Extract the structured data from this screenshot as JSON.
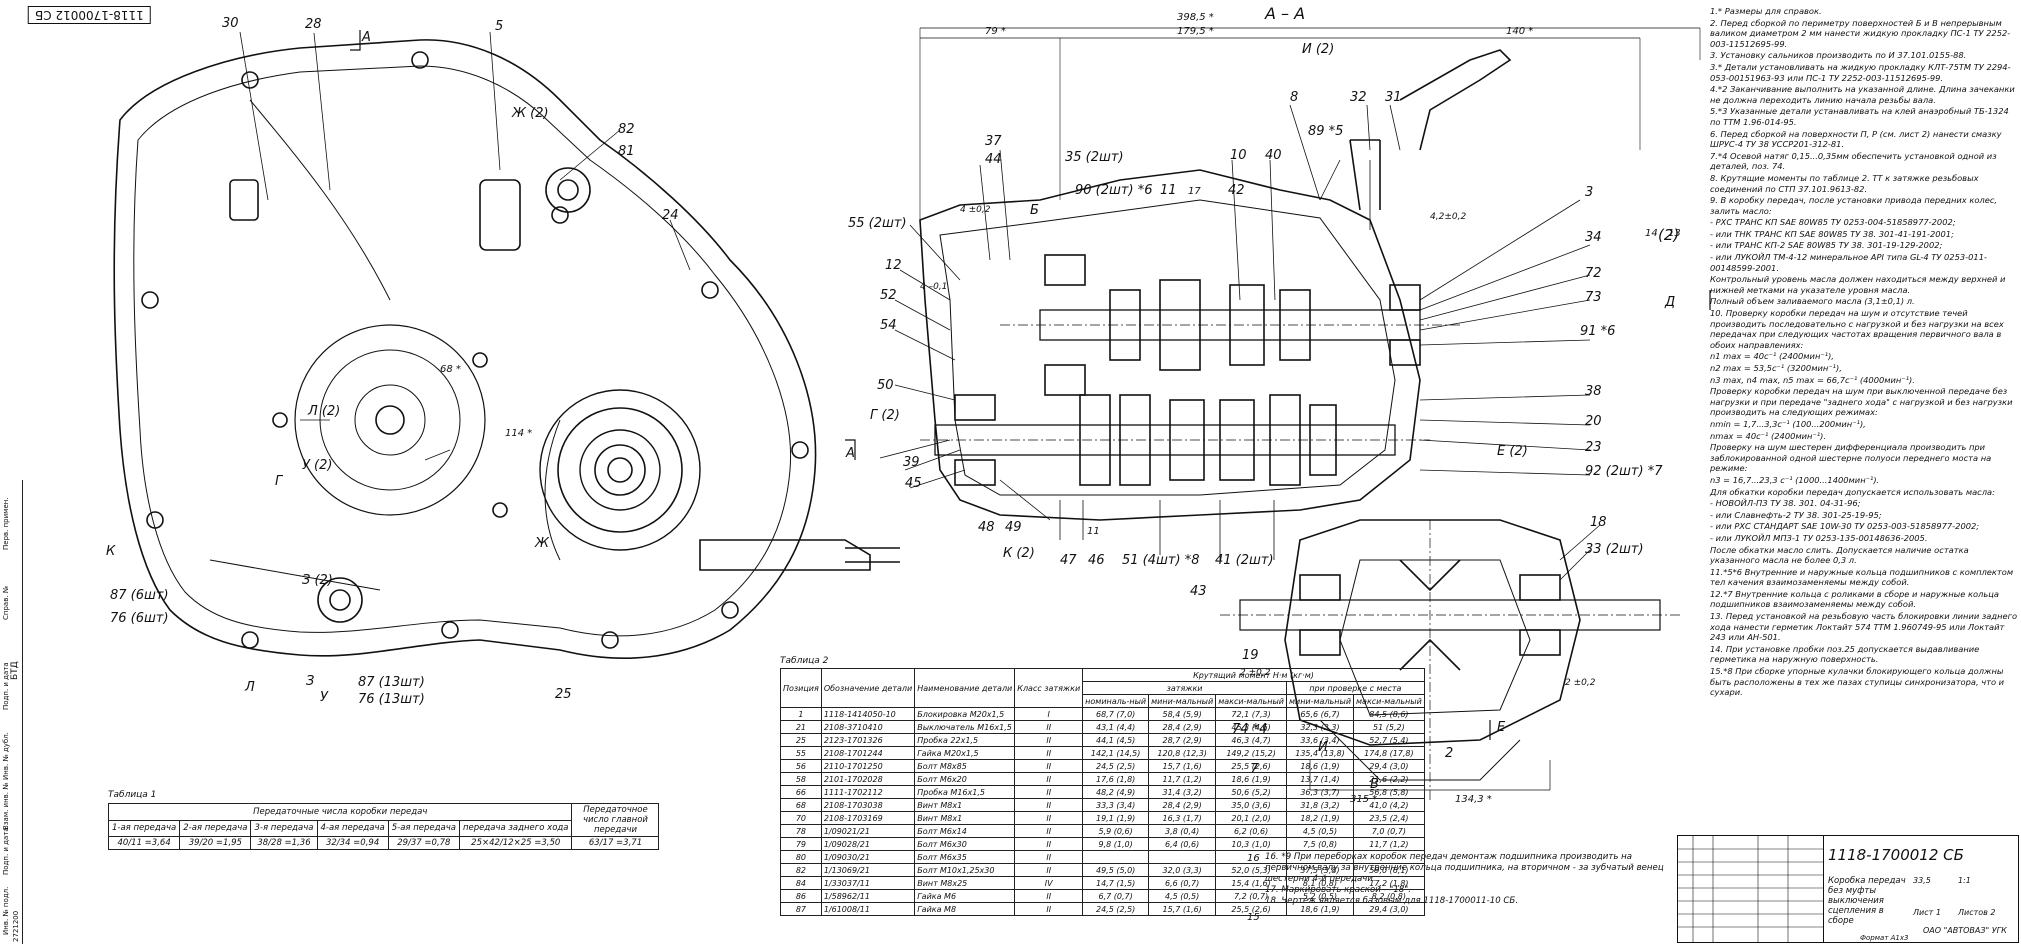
{
  "drawing_code_top": "1118-1700012 СБ",
  "vertical_strip": {
    "items": [
      "Перв. примен.",
      "Справ. №",
      "Подп. и дата",
      "Инв. № дубл.",
      "Взам. инв. №",
      "Подп. и дата",
      "Инв. № подл."
    ],
    "code": "БТД",
    "bottom_number": "2721200"
  },
  "left_view_labels": [
    "30",
    "28",
    "5",
    "А",
    "Ж (2)",
    "82",
    "81",
    "24",
    "68 *",
    "Л (2)",
    "114 *",
    "У (2)",
    "Г",
    "К",
    "87 (6шт)",
    "76 (6шт)",
    "Л",
    "З",
    "У",
    "87 (13шт)",
    "76 (13шт)",
    "25",
    "Ж",
    "А",
    "К (2)",
    "З (2)"
  ],
  "section": {
    "title": "А – А",
    "dims": [
      "398,5 *",
      "179,5 *",
      "79 *",
      "140 *",
      "315 *",
      "134,3 *",
      "4,2±0,2",
      "4 –0,1",
      "4 ±0,2",
      "2 ±0,2",
      "2 ±0,2"
    ],
    "labels": [
      "И (2)",
      "8",
      "32",
      "31",
      "89 *5",
      "10",
      "40",
      "37",
      "44",
      "Б",
      "35 (2шт)",
      "90 (2шт) *6",
      "11",
      "17",
      "42",
      "3",
      "34",
      "72",
      "73",
      "Д",
      "91 *6",
      "55 (2шт)",
      "12",
      "52",
      "54",
      "50",
      "Г (2)",
      "39",
      "45",
      "48",
      "49",
      "47",
      "46",
      "51 (4шт) *8",
      "41 (2шт)",
      "43",
      "38",
      "20",
      "Е (2)",
      "23",
      "92 (2шт) *7",
      "18",
      "33 (2шт)",
      "19",
      "74 *4",
      "7",
      "2",
      "И",
      "В",
      "Е",
      "14",
      "16",
      "13",
      "(2)",
      "15",
      "11"
    ]
  },
  "notes": [
    "1.* Размеры для справок.",
    "2. Перед сборкой по периметру поверхностей Б и В непрерывным валиком диаметром 2 мм нанести жидкую прокладку ПС-1 ТУ 2252-003-11512695-99.",
    "3. Установку сальников производить по И 37.101.0155-88.",
    "3.* Детали установливать на жидкую прокладку КЛТ-75ТМ ТУ 2294-053-00151963-93 или ПС-1 ТУ 2252-003-11512695-99.",
    "4.*2 Заканчивание выполнить на указанной длине. Длина зачеканки не должна переходить линию начала резьбы вала.",
    "5.*3 Указанные детали устанавливать на клей анаэробный ТБ-1324 по ТТМ 1.96-014-95.",
    "6. Перед сборкой на поверхности П, Р (см. лист 2) нанести смазку ШРУС-4 ТУ 38 УССР201-312-81.",
    "7.*4 Осевой натяг 0,15...0,35мм обеспечить установкой одной из деталей, поз. 74.",
    "8. Крутящие моменты по таблице 2. ТТ к затяжке резьбовых соединений по СТП 37.101.9613-82.",
    "9. В коробку передач, после установки привода передних колес, залить масло:",
    "- РХС ТРАНС КП SAE 80W85 ТУ 0253-004-51858977-2002;",
    "- или ТНК ТРАНС КП SAE 80W85 ТУ 38. 301-41-191-2001;",
    "- или ТРАНС КП-2 SAE 80W85 ТУ 38. 301-19-129-2002;",
    "- или ЛУКОЙЛ ТМ-4-12 минеральное API типа GL-4 ТУ 0253-011-00148599-2001.",
    "Контрольный уровень масла должен находиться между верхней и нижней метками на указателе уровня масла.",
    "Полный объем заливаемого масла (3,1±0,1) л.",
    "10. Проверку коробки передач на шум и отсутствие течей производить последовательно с нагрузкой и без нагрузки на всех передачах при следующих частотах вращения первичного вала в обоих направлениях:",
    "n1 max = 40c⁻¹ (2400мин⁻¹),",
    "n2 max = 53,5c⁻¹ (3200мин⁻¹),",
    "n3 max, n4 max, n5 max = 66,7c⁻¹ (4000мин⁻¹).",
    "Проверку коробки передач на шум при выключенной передаче без нагрузки и при передаче \"заднего хода\" с нагрузкой и без нагрузки производить на следующих режимах:",
    "nmin = 1,7...3,3c⁻¹ (100...200мин⁻¹),",
    "nmax = 40c⁻¹ (2400мин⁻¹).",
    "Проверку на шум шестерен дифференциала производить при заблокированной одной шестерне полуоси переднего моста на режиме:",
    "n3 = 16,7...23,3 c⁻¹ (1000...1400мин⁻¹).",
    "Для обкатки коробки передач допускается использовать масла:",
    "- НОВОЙЛ-ПЗ ТУ 38. 301. 04-31-96;",
    "- или Славнефть-2 ТУ 38. 301-25-19-95;",
    "- или РХС СТАНДАРТ SAE 10W-30 ТУ 0253-003-51858977-2002;",
    "- или ЛУКОЙЛ МПЗ-1 ТУ 0253-135-00148636-2005.",
    "После обкатки масло слить. Допускается наличие остатка указанного масла не более 0,3 л.",
    "11.*5*6 Внутренние и наружные кольца подшипников с комплектом тел качения взаимозаменяемы между собой.",
    "12.*7 Внутренние кольца с роликами в сборе и наружные кольца подшипников взаимозаменяемы между собой.",
    "13. Перед установкой на резьбовую часть блокировки линии заднего хода нанести герметик Локтайт 574 ТТМ 1.960749-95 или Локтайт 243 или АН-501.",
    "14. При установке пробки поз.25 допускается выдавливание герметика на наружную поверхность.",
    "15.*8 При сборке упорные кулачки блокирующего кольца должны быть расположены в тех же пазах ступицы синхронизатора, что и сухари."
  ],
  "bottom_notes": [
    "16. *9 При переборках коробок передач демонтаж подшипника производить на первичном валу за внутренние кольца подшипника, на вторичном - за зубчатый венец шестерни 4-й передачи.",
    "17. Маркировать краской - \"18\".",
    "18. Чертеж является базовым для 1118-1700011-10 СБ."
  ],
  "table1": {
    "caption": "Таблица 1",
    "group_header": "Передаточные числа коробки передач",
    "main_header": "Передаточное число главной передачи",
    "columns": [
      "1-ая передача",
      "2-ая передача",
      "3-я передача",
      "4-ая передача",
      "5-ая передача",
      "передача заднего хода"
    ],
    "values": [
      "40/11 =3,64",
      "39/20 =1,95",
      "38/28 =1,36",
      "32/34 =0,94",
      "29/37 =0,78",
      "25×42/12×25 =3,50"
    ],
    "main_value": "63/17 =3,71"
  },
  "table2": {
    "caption": "Таблица 2",
    "headers": {
      "pos": "Позиция",
      "code": "Обозначение детали",
      "name": "Наименование детали",
      "cls": "Класс затяжки",
      "torque": "Крутящий момент Н·м (кг·м)",
      "tighten": "затяжки",
      "check": "при проверке с места",
      "nom": "номиналь-ный",
      "min": "мини-мальный",
      "max": "макси-мальный"
    },
    "rows": [
      [
        "1",
        "1118-1414050-10",
        "Блокировка М20х1,5",
        "I",
        "68,7 (7,0)",
        "58,4 (5,9)",
        "72,1 (7,3)",
        "65,6 (6,7)",
        "84,5 (8,6)"
      ],
      [
        "21",
        "2108-3710410",
        "Выключатель М16х1,5",
        "II",
        "43,1 (4,4)",
        "28,4 (2,9)",
        "45,3 (4,6)",
        "32,3 (3,3)",
        "51 (5,2)"
      ],
      [
        "25",
        "2123-1701326",
        "Пробка 22х1,5",
        "II",
        "44,1 (4,5)",
        "28,7 (2,9)",
        "46,3 (4,7)",
        "33,6 (3,4)",
        "52,7 (5,4)"
      ],
      [
        "55",
        "2108-1701244",
        "Гайка М20х1,5",
        "II",
        "142,1 (14,5)",
        "120,8 (12,3)",
        "149,2 (15,2)",
        "135,4 (13,8)",
        "174,8 (17,8)"
      ],
      [
        "56",
        "2110-1701250",
        "Болт М8х85",
        "II",
        "24,5 (2,5)",
        "15,7 (1,6)",
        "25,5 (2,6)",
        "18,6 (1,9)",
        "29,4 (3,0)"
      ],
      [
        "58",
        "2101-1702028",
        "Болт М6х20",
        "II",
        "17,6 (1,8)",
        "11,7 (1,2)",
        "18,6 (1,9)",
        "13,7 (1,4)",
        "21,6 (2,2)"
      ],
      [
        "66",
        "1111-1702112",
        "Пробка М16х1,5",
        "II",
        "48,2 (4,9)",
        "31,4 (3,2)",
        "50,6 (5,2)",
        "36,3 (3,7)",
        "56,8 (5,8)"
      ],
      [
        "68",
        "2108-1703038",
        "Винт М8х1",
        "II",
        "33,3 (3,4)",
        "28,4 (2,9)",
        "35,0 (3,6)",
        "31,8 (3,2)",
        "41,0 (4,2)"
      ],
      [
        "70",
        "2108-1703169",
        "Винт М8х1",
        "II",
        "19,1 (1,9)",
        "16,3 (1,7)",
        "20,1 (2,0)",
        "18,2 (1,9)",
        "23,5 (2,4)"
      ],
      [
        "78",
        "1/09021/21",
        "Болт М6х14",
        "II",
        "5,9 (0,6)",
        "3,8 (0,4)",
        "6,2 (0,6)",
        "4,5 (0,5)",
        "7,0 (0,7)"
      ],
      [
        "79",
        "1/09028/21",
        "Болт М6х30",
        "II",
        "9,8 (1,0)",
        "6,4 (0,6)",
        "10,3 (1,0)",
        "7,5 (0,8)",
        "11,7 (1,2)"
      ],
      [
        "80",
        "1/09030/21",
        "Болт М6х35",
        "II",
        "",
        "",
        "",
        "",
        ""
      ],
      [
        "82",
        "1/13069/21",
        "Болт М10х1,25х30",
        "II",
        "49,5 (5,0)",
        "32,0 (3,3)",
        "52,0 (5,3)",
        "37,5 (3,8)",
        "59,0 (6,1)"
      ],
      [
        "84",
        "1/33037/11",
        "Винт М8х25",
        "IV",
        "14,7 (1,5)",
        "6,6 (0,7)",
        "15,4 (1,6)",
        "8,1 (0,8)",
        "17,2 (1,8)"
      ],
      [
        "86",
        "1/58962/11",
        "Гайка М6",
        "II",
        "6,7 (0,7)",
        "4,5 (0,5)",
        "7,2 (0,7)",
        "5,2 (0,5)",
        "8,2 (0,8)"
      ],
      [
        "87",
        "1/61008/11",
        "Гайка М8",
        "II",
        "24,5 (2,5)",
        "15,7 (1,6)",
        "25,5 (2,6)",
        "18,6 (1,9)",
        "29,4 (3,0)"
      ]
    ]
  },
  "stamp": {
    "code": "1118-1700012 СБ",
    "title": "Коробка передач без муфты выключения сцепления в сборе",
    "mass": "33,5",
    "scale": "1:1",
    "sheet": "Лист 1",
    "sheets": "Листов 2",
    "org": "ОАО \"АВТОВАЗ\" УГК",
    "format": "Формат А1х3"
  }
}
